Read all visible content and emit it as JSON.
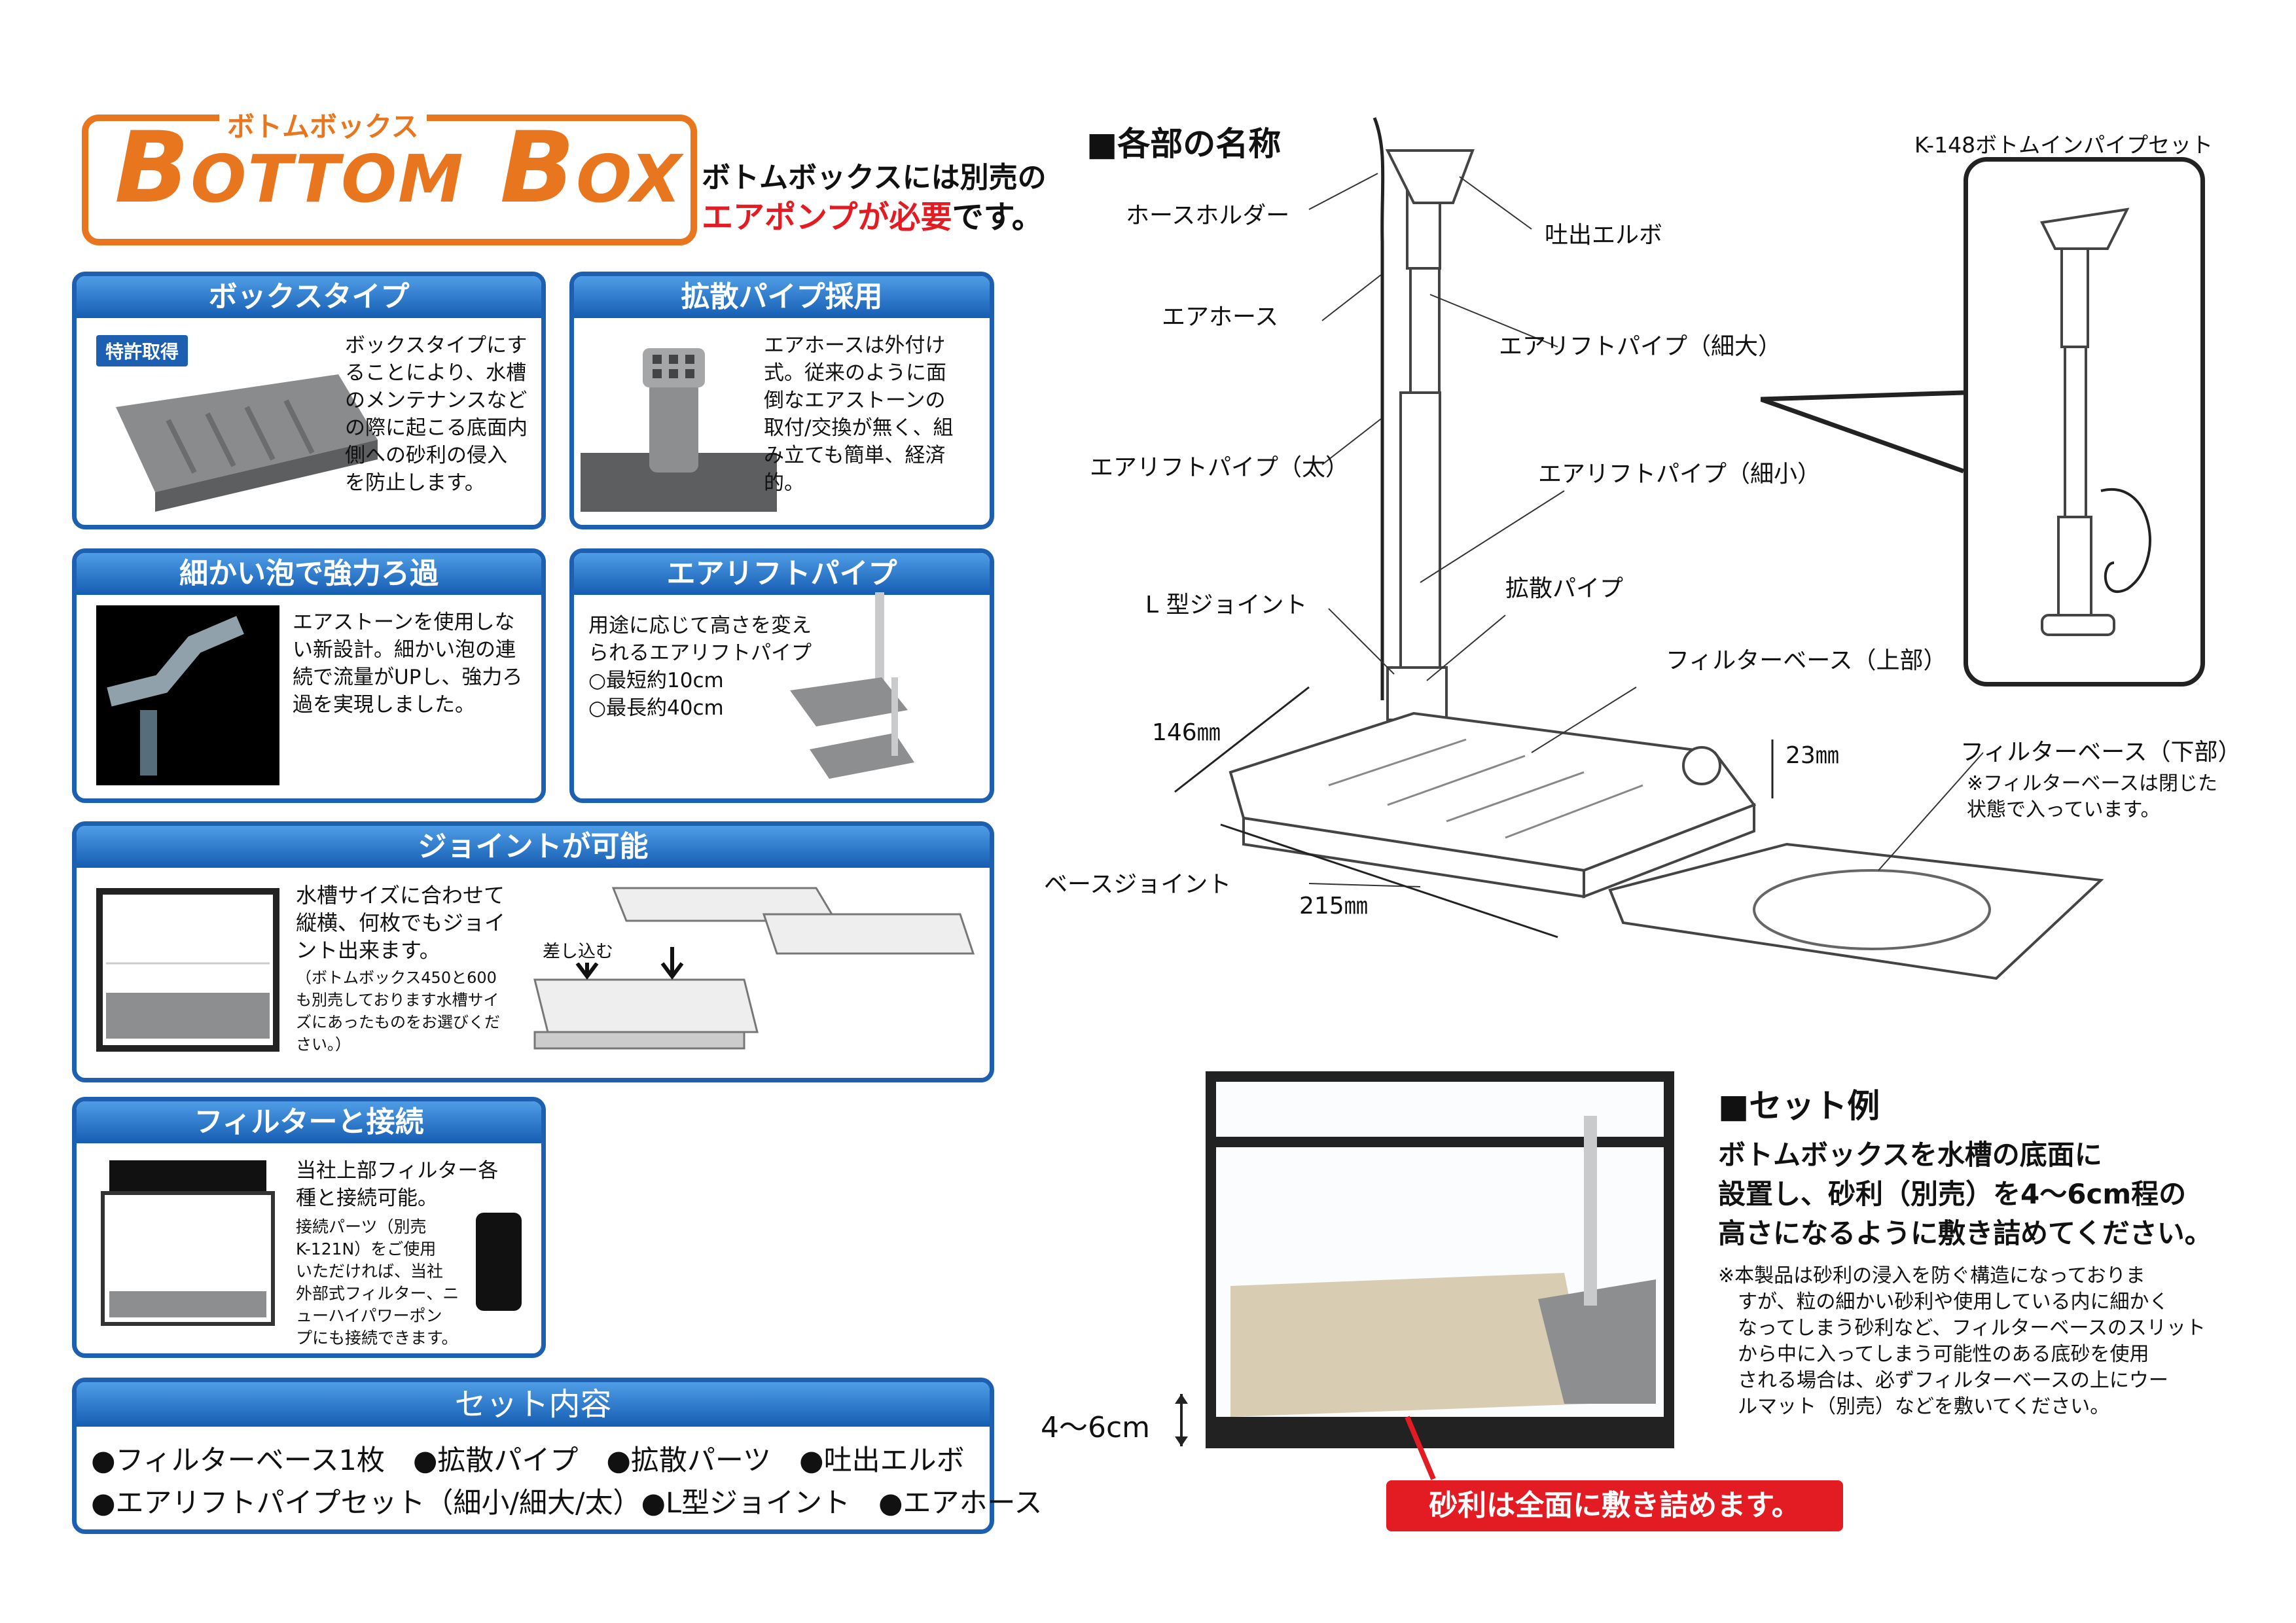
{
  "logo": {
    "main_b1": "B",
    "main_rest1": "OTTOM",
    "main_b2": "B",
    "main_rest2": "OX",
    "ruby": "ボトムボックス"
  },
  "intro": {
    "line1": "ボトムボックスには別売の",
    "line2_red": "エアポンプが必要",
    "line2_rest": "です。"
  },
  "cards": {
    "box_type": {
      "title": "ボックスタイプ",
      "badge": "特許取得",
      "text": "ボックスタイプにす\nることにより、水槽\nのメンテナンスなど\nの際に起こる底面内\n側への砂利の侵入\nを防止します。"
    },
    "diffuser": {
      "title": "拡散パイプ採用",
      "text": "エアホースは外付け\n式。従来のように面\n倒なエアストーンの\n取付/交換が無く、組\nみ立ても簡単、経済\n的。"
    },
    "bubbles": {
      "title": "細かい泡で強力ろ過",
      "text": "エアストーンを使用しな\nい新設計。細かい泡の連\n続で流量がUPし、強力ろ\n過を実現しました。"
    },
    "airlift": {
      "title": "エアリフトパイプ",
      "text": "用途に応じて高さを変え\nられるエアリフトパイプ\n○最短約10cm\n○最長約40cm"
    },
    "joint": {
      "title": "ジョイントが可能",
      "text": "水槽サイズに合わせて\n縦横、何枚でもジョイ\nント出来ます。",
      "small": "（ボトムボックス450と600\nも別売しております水槽サイ\nズにあったものをお選びくだ\nさい。）",
      "insert_label": "差し込む"
    },
    "filter": {
      "title": "フィルターと接続",
      "text": "当社上部フィルター各\n種と接続可能。",
      "small": "接続パーツ（別売\nK-121N）をご使用\nいただければ、当社\n外部式フィルター、ニ\nューハイパワーポン\nプにも接続できます。"
    }
  },
  "set_contents": {
    "title": "セット内容",
    "row1": "●フィルターベース1枚　●拡散パイプ　●拡散パーツ　●吐出エルボ",
    "row2": "●エアリフトパイプセット（細小/細大/太）●L型ジョイント　●エアホース"
  },
  "parts": {
    "title": "■各部の名称",
    "hose_holder": "ホースホルダー",
    "spout_elbow": "吐出エルボ",
    "air_hose": "エアホース",
    "airlift_thin_large": "エアリフトパイプ（細大）",
    "airlift_thick": "エアリフトパイプ（太）",
    "airlift_thin_small": "エアリフトパイプ（細小）",
    "l_joint": "L 型ジョイント",
    "diffuser_pipe": "拡散パイプ",
    "filter_base_upper": "フィルターベース（上部）",
    "filter_base_lower": "フィルターベース（下部）",
    "filter_base_note": "※フィルターベースは閉じた\n状態で入っています。",
    "base_joint": "ベースジョイント",
    "dim_depth": "146㎜",
    "dim_width": "215㎜",
    "dim_height": "23㎜",
    "kit_label": "K-148ボトムインパイプセット"
  },
  "set_example": {
    "title": "■セット例",
    "desc": "ボトムボックスを水槽の底面に\n設置し、砂利（別売）を4〜6cm程の\n高さになるように敷き詰めてください。",
    "note": "※本製品は砂利の浸入を防ぐ構造になっておりま\n　すが、粒の細かい砂利や使用している内に細かく\n　なってしまう砂利など、フィルターベースのスリット\n　から中に入ってしまう可能性のある底砂を使用\n　される場合は、必ずフィルターベースの上にウー\n　ルマット（別売）などを敷いてください。",
    "gravel_height": "4〜6cm",
    "banner": "砂利は全面に敷き詰めます。"
  },
  "colors": {
    "brand_orange": "#e8761e",
    "header_blue": "#1d5fb0",
    "accent_red": "#e31b23"
  }
}
